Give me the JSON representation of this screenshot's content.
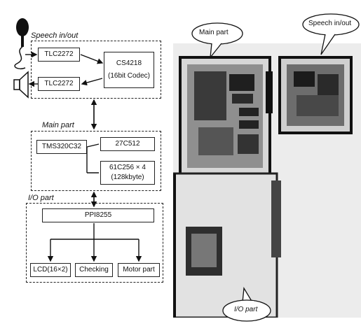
{
  "diagram": {
    "speech_section": {
      "title": "Speech in/out",
      "amp1": "TLC2272",
      "amp2": "TLC2272",
      "codec_line1": "CS4218",
      "codec_line2": "(16bit Codec)"
    },
    "main_section": {
      "title": "Main part",
      "dsp": "TMS320C32",
      "eprom": "27C512",
      "ram_line1": "61C256 × 4",
      "ram_line2": "(128kbyte)"
    },
    "io_section": {
      "title": "I/O part",
      "ppi": "PPI8255",
      "lcd": "LCD(16×2)",
      "checking": "Checking",
      "motor": "Motor part"
    }
  },
  "photo": {
    "callouts": {
      "main": "Main part",
      "speech": "Speech in/out",
      "io": "I/O part"
    }
  },
  "colors": {
    "ink": "#222222",
    "photo_bg": "#e8e8e8",
    "board_dark": "#2a2a2a"
  },
  "icons": [
    "microphone-icon",
    "speaker-icon"
  ]
}
